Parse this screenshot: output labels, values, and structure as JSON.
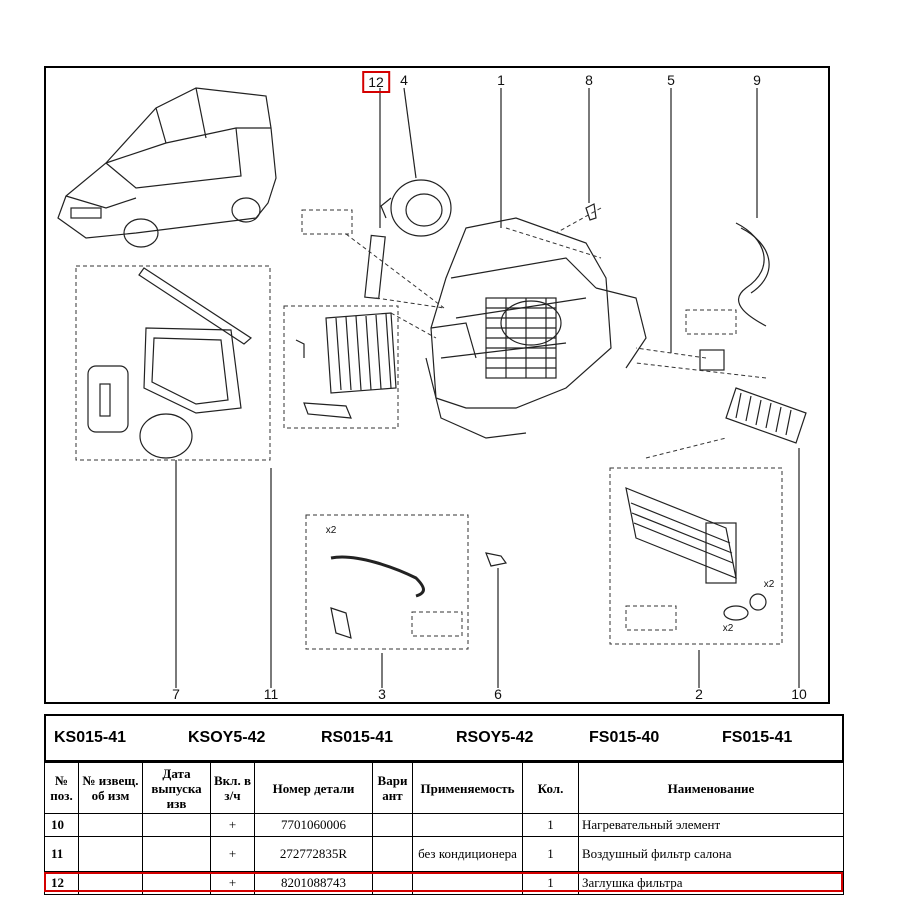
{
  "diagram": {
    "callouts": [
      {
        "id": "c12",
        "label": "12"
      },
      {
        "id": "c4",
        "label": "4"
      },
      {
        "id": "c1",
        "label": "1"
      },
      {
        "id": "c8",
        "label": "8"
      },
      {
        "id": "c5",
        "label": "5"
      },
      {
        "id": "c9",
        "label": "9"
      },
      {
        "id": "c7",
        "label": "7"
      },
      {
        "id": "c11",
        "label": "11"
      },
      {
        "id": "c3",
        "label": "3"
      },
      {
        "id": "c6",
        "label": "6"
      },
      {
        "id": "c2",
        "label": "2"
      },
      {
        "id": "c10",
        "label": "10"
      }
    ],
    "qty_marks": [
      "x2",
      "x2",
      "x2"
    ],
    "highlight_color": "#d40000"
  },
  "codes": [
    "KS015-41",
    "KSOY5-42",
    "RS015-41",
    "RSOY5-42",
    "FS015-40",
    "FS015-41"
  ],
  "table": {
    "headers": {
      "pos": "№ поз.",
      "notice": "№ извещ. об изм",
      "date": "Дата выпуска изв",
      "incl": "Вкл. в з/ч",
      "part": "Номер детали",
      "variant": "Вари ант",
      "applic": "Применяемость",
      "qty": "Кол.",
      "name": "Наименование"
    },
    "rows": [
      {
        "pos": "10",
        "incl": "+",
        "part": "7701060006",
        "applic": "",
        "qty": "1",
        "name": "Нагревательный элемент"
      },
      {
        "pos": "11",
        "incl": "+",
        "part": "272772835R",
        "applic": "без кондиционера",
        "qty": "1",
        "name": "Воздушный фильтр салона"
      },
      {
        "pos": "12",
        "incl": "+",
        "part": "8201088743",
        "applic": "",
        "qty": "1",
        "name": "Заглушка фильтра"
      }
    ]
  }
}
